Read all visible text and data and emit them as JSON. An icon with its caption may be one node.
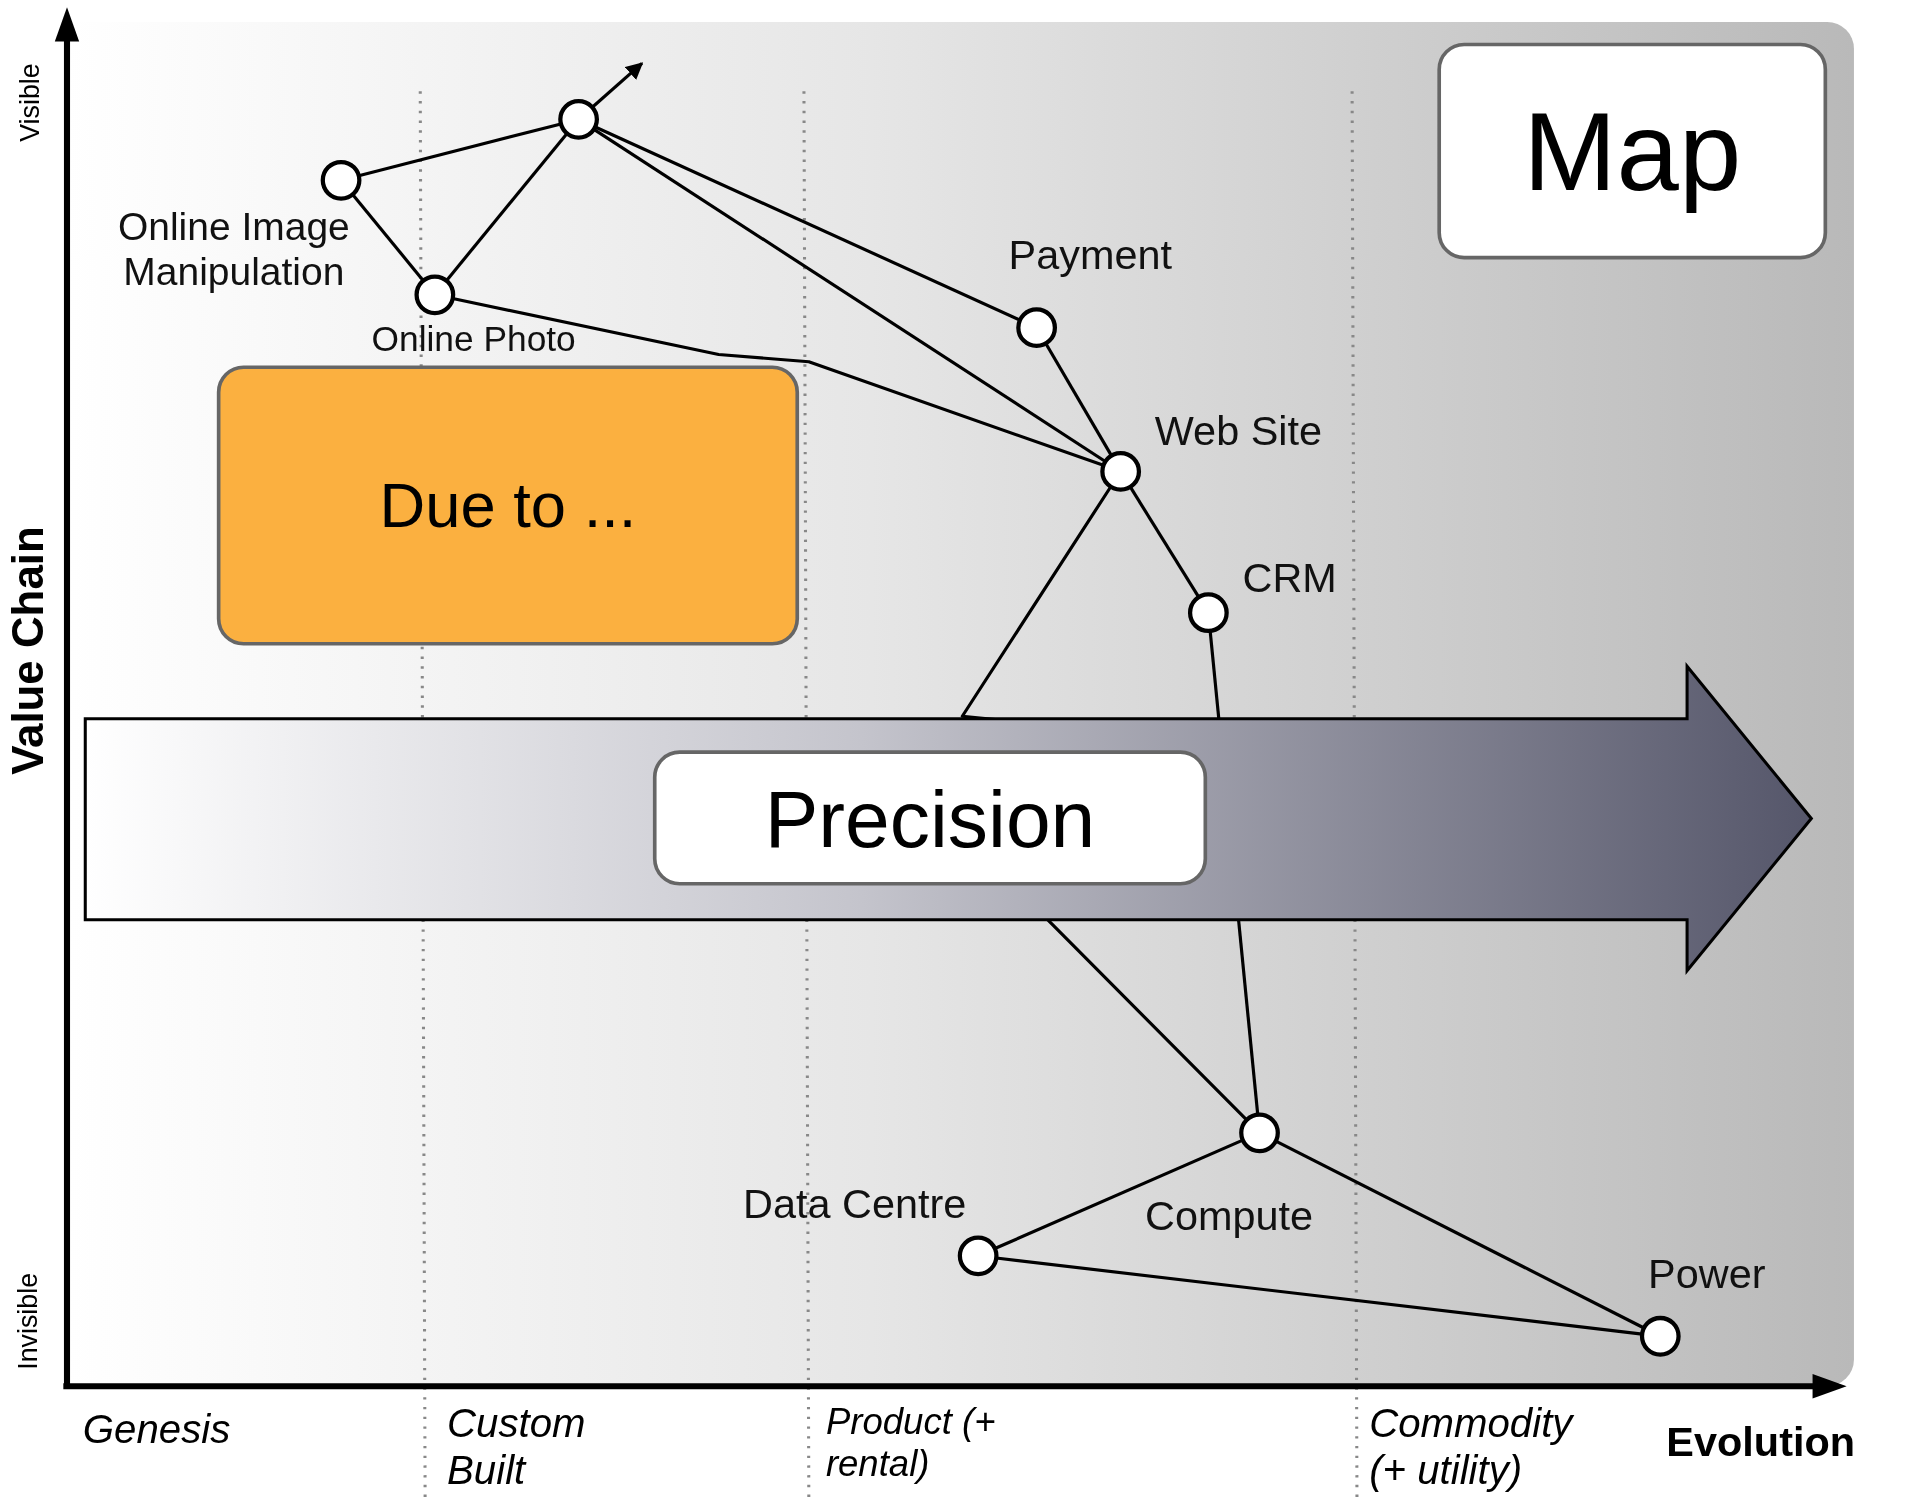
{
  "diagram": {
    "nodes": [
      {
        "text": [],
        "shape": "circle"
      },
      {
        "text": [
          "Map"
        ]
      },
      {
        "text": [
          "Online Image Manipulation"
        ]
      },
      {
        "text": [
          "Payment"
        ]
      },
      {
        "text": [
          "Online Photo"
        ]
      },
      {
        "text": [
          "Due to ..."
        ]
      },
      {
        "text": [
          "Web Site"
        ]
      },
      {
        "text": [
          "CRM"
        ]
      },
      {
        "text": [
          "Precision"
        ]
      },
      {
        "text": [
          "Compute"
        ]
      },
      {
        "text": [
          "Data Centre"
        ]
      },
      {
        "text": [
          "Power"
        ]
      }
    ],
    "edges": [
      {
        "from": 0,
        "to": null,
        "arrow": "to"
      },
      {
        "from": 0,
        "to": 2,
        "arrow": "none"
      },
      {
        "from": 0,
        "to": 4,
        "arrow": "none"
      },
      {
        "from": 0,
        "to": 3,
        "arrow": "none"
      },
      {
        "from": 0,
        "to": 6,
        "arrow": "none"
      },
      {
        "from": 2,
        "to": 4,
        "arrow": "none"
      },
      {
        "from": 4,
        "to": 6,
        "arrow": "none"
      },
      {
        "from": 3,
        "to": 6,
        "arrow": "none"
      },
      {
        "from": 6,
        "to": 7,
        "arrow": "none"
      },
      {
        "from": 6,
        "to": 9,
        "arrow": "none"
      },
      {
        "from": 7,
        "to": 9,
        "arrow": "none"
      },
      {
        "from": 9,
        "to": 10,
        "arrow": "none"
      },
      {
        "from": 9,
        "to": 11,
        "arrow": "none"
      },
      {
        "from": 10,
        "to": 11,
        "arrow": "none"
      }
    ],
    "labels": [
      "Visible",
      "Value Chain",
      "Invisible",
      "Genesis",
      "Custom Built",
      "Product (+ rental)",
      "Commodity (+ utility)",
      "Evolution"
    ]
  }
}
